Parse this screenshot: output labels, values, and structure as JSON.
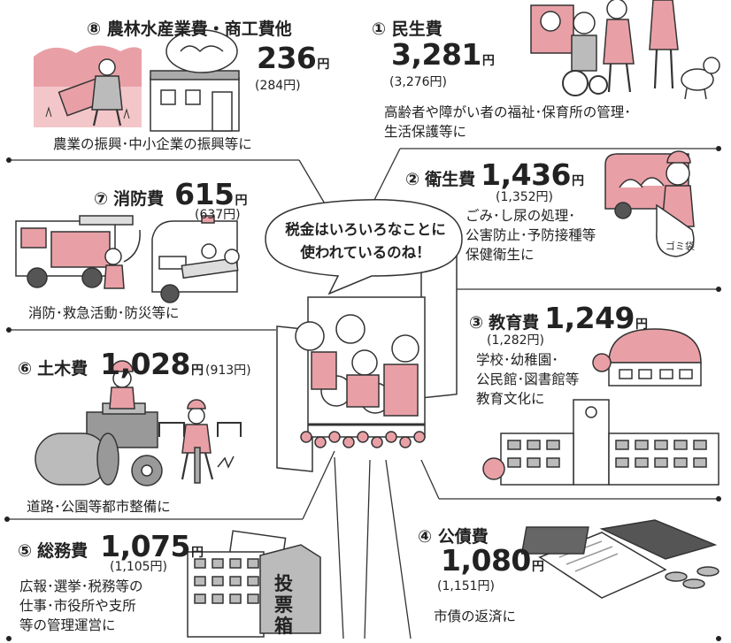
{
  "speech_bubble": "税金はいろいろなことに\n使われているのね！",
  "unit": "円",
  "items": [
    {
      "num": "①",
      "name": "民生費",
      "amount": "3,281",
      "previous": "(3,276円)",
      "description": "高齢者や障がい者の福祉･保育所の管理･\n生活保護等に"
    },
    {
      "num": "②",
      "name": "衛生費",
      "amount": "1,436",
      "previous": "(1,352円)",
      "description": "ごみ･し尿の処理･\n公害防止･予防接種等\n保健衛生に"
    },
    {
      "num": "③",
      "name": "教育費",
      "amount": "1,249",
      "previous": "(1,282円)",
      "description": "学校･幼稚園･\n公民館･図書館等\n教育文化に"
    },
    {
      "num": "④",
      "name": "公債費",
      "amount": "1,080",
      "previous": "(1,151円)",
      "description": "市債の返済に"
    },
    {
      "num": "⑤",
      "name": "総務費",
      "amount": "1,075",
      "previous": "(1,105円)",
      "description": "広報･選挙･税務等の\n仕事･市役所や支所\n等の管理運営に"
    },
    {
      "num": "⑥",
      "name": "土木費",
      "amount": "1,028",
      "previous": "(913円)",
      "description": "道路･公園等都市整備に"
    },
    {
      "num": "⑦",
      "name": "消防費",
      "amount": "615",
      "previous": "(637円)",
      "description": "消防･救急活動･防災等に"
    },
    {
      "num": "⑧",
      "name": "農林水産業費・商工費他",
      "amount": "236",
      "previous": "(284円)",
      "description": "農業の振興･中小企業の振興等に"
    }
  ],
  "ballot_box_label": "投\n票\n箱",
  "garbage_bag_label": "ゴミ袋",
  "colors": {
    "accent_pink": "#e8a0a6",
    "line": "#333333",
    "gray": "#9a9a9a"
  }
}
